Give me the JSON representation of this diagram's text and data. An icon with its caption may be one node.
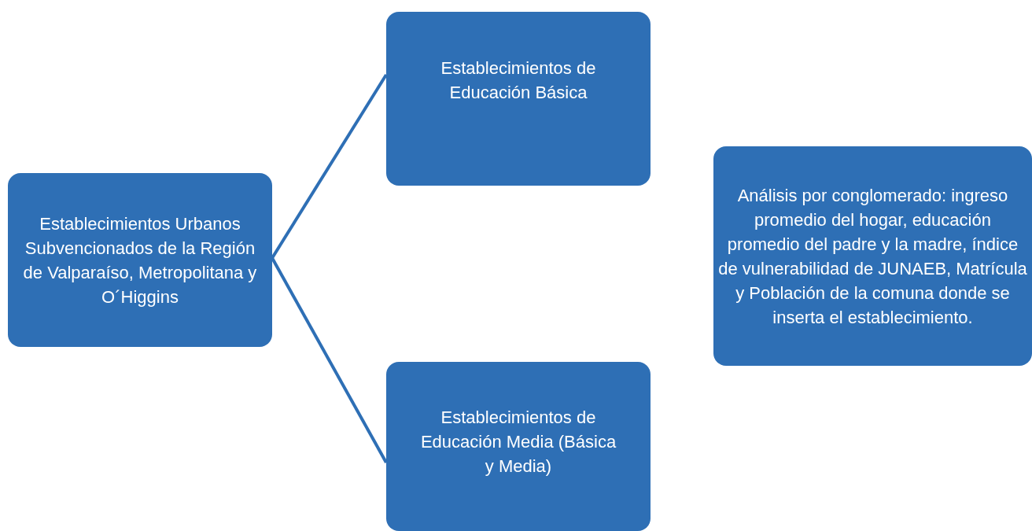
{
  "diagram": {
    "nodes": [
      {
        "text": [
          "Establecimientos Urbanos Subvencionados de la Región de Valparaíso, Metropolitana y O´Higgins"
        ]
      },
      {
        "text": [
          "Establecimientos de Educación Básica"
        ]
      },
      {
        "text": [
          "Establecimientos de Educación Media (Básica y Media)"
        ]
      },
      {
        "text": [
          "Análisis por conglomerado: ingreso promedio del hogar, educación promedio del padre y la madre, índice de vulnerabilidad de JUNAEB, Matrícula y Población de la comuna donde se inserta el establecimiento."
        ]
      }
    ],
    "edges": [
      {
        "from": 0,
        "to": 1,
        "arrow": "none"
      },
      {
        "from": 0,
        "to": 2,
        "arrow": "none"
      }
    ]
  }
}
